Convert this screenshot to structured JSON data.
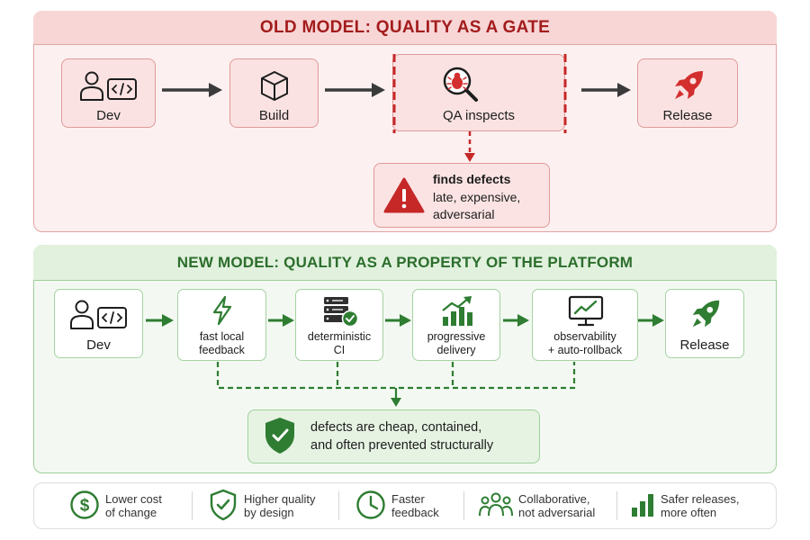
{
  "old_model": {
    "title": "OLD MODEL: QUALITY AS A GATE",
    "steps": [
      {
        "label": "Dev",
        "icon": "developer-code-icon"
      },
      {
        "label": "Build",
        "icon": "cube-icon"
      },
      {
        "label": "QA inspects",
        "icon": "bug-magnifier-icon"
      },
      {
        "label": "Release",
        "icon": "rocket-icon"
      }
    ],
    "defects": {
      "title": "finds defects",
      "line1": "late, expensive,",
      "line2": "adversarial",
      "icon": "warning-triangle-icon"
    }
  },
  "new_model": {
    "title": "NEW MODEL: QUALITY AS A PROPERTY OF THE PLATFORM",
    "steps": [
      {
        "line1": "Dev",
        "icon": "developer-code-icon"
      },
      {
        "line1": "fast local",
        "line2": "feedback",
        "icon": "lightning-icon"
      },
      {
        "line1": "deterministic",
        "line2": "CI",
        "icon": "server-check-icon"
      },
      {
        "line1": "progressive",
        "line2": "delivery",
        "icon": "bar-chart-up-icon"
      },
      {
        "line1": "observability",
        "line2": "+ auto-rollback",
        "icon": "monitor-chart-icon"
      },
      {
        "line1": "Release",
        "icon": "rocket-icon"
      }
    ],
    "outcome": {
      "line1": "defects are cheap, contained,",
      "line2": "and often prevented structurally",
      "icon": "shield-check-icon"
    }
  },
  "benefits": [
    {
      "line1": "Lower cost",
      "line2": "of change",
      "icon": "dollar-circle-icon"
    },
    {
      "line1": "Higher quality",
      "line2": "by design",
      "icon": "shield-check-icon"
    },
    {
      "line1": "Faster",
      "line2": "feedback",
      "icon": "clock-icon"
    },
    {
      "line1": "Collaborative,",
      "line2": "not adversarial",
      "icon": "people-group-icon"
    },
    {
      "line1": "Safer releases,",
      "line2": "more often",
      "icon": "bar-chart-icon"
    }
  ],
  "colors": {
    "old_accent": "#a31c1c",
    "old_fill": "#fdf0f0",
    "new_accent": "#2c6e2c",
    "new_fill": "#f3f9f2",
    "arrow_dark": "#3a3a3a",
    "arrow_green": "#2e7d32"
  }
}
